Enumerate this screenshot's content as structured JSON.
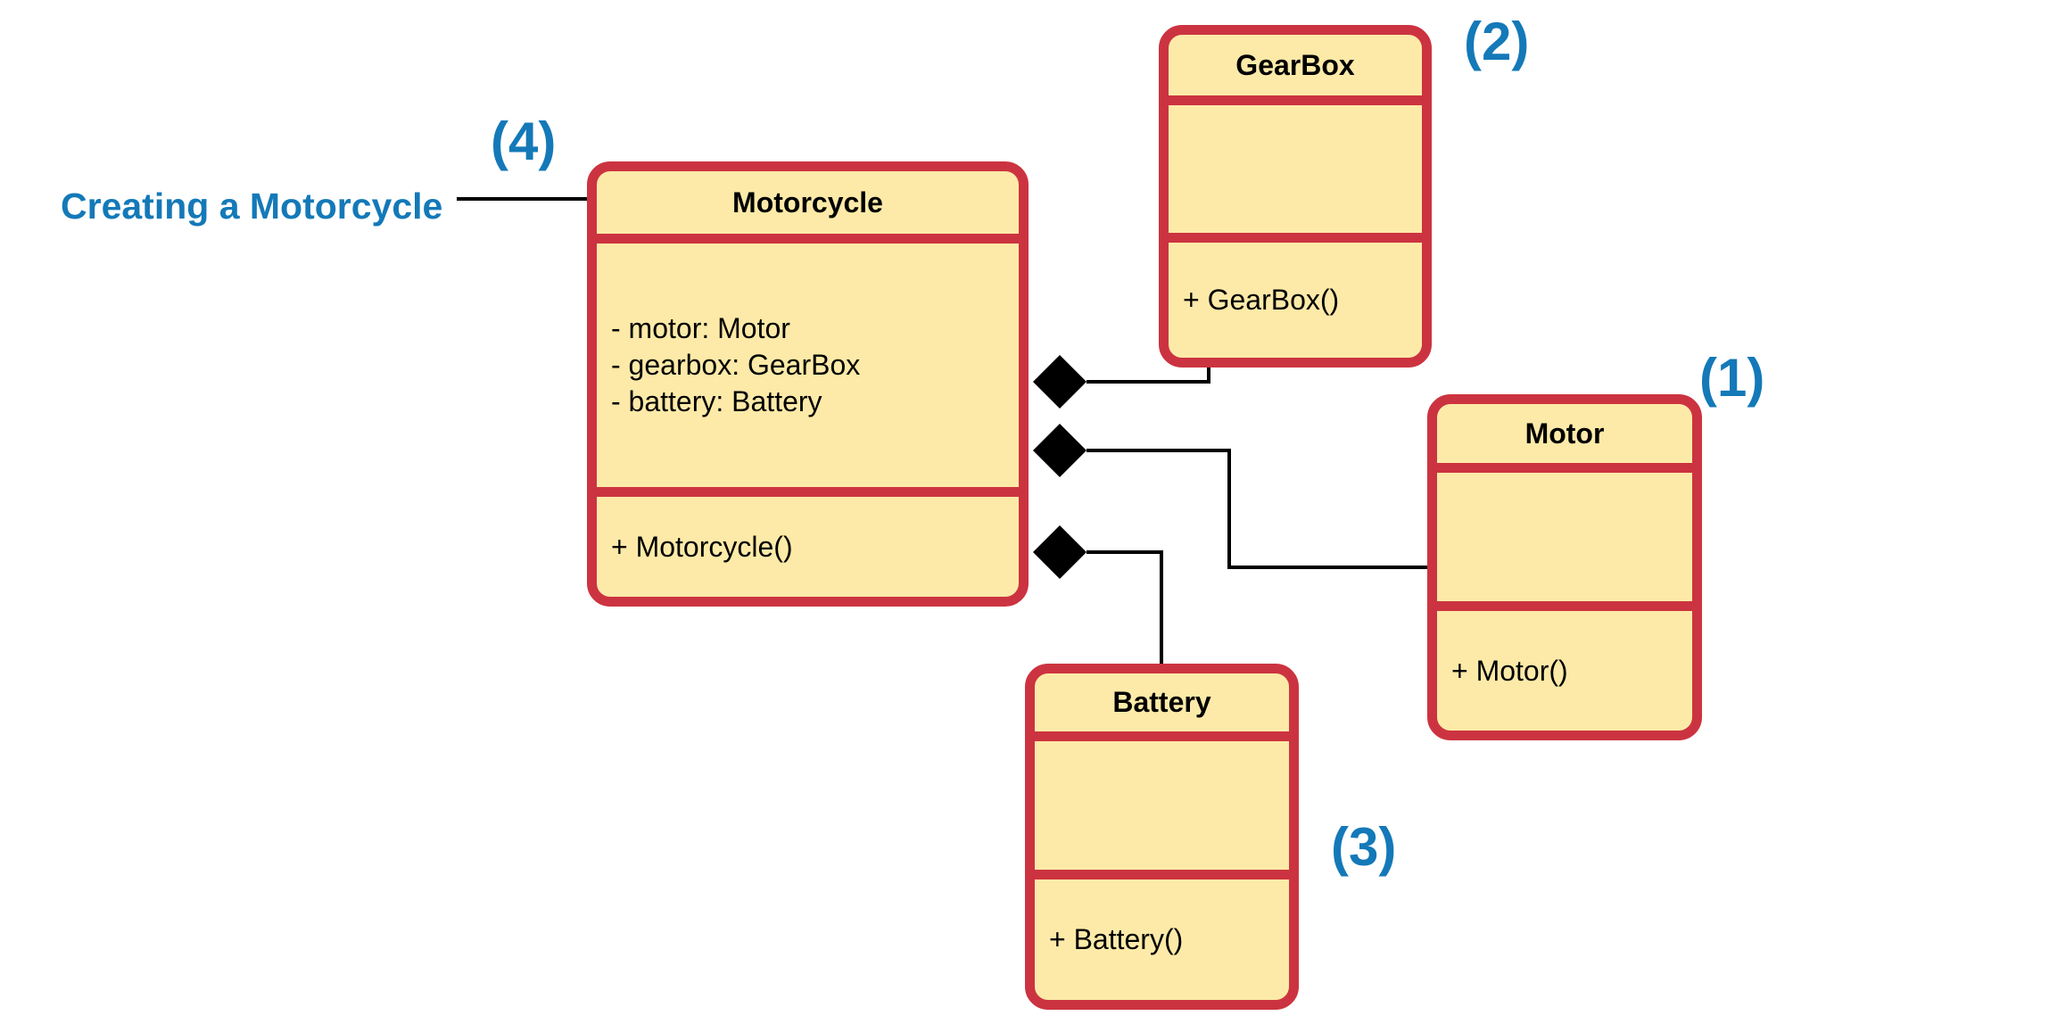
{
  "colors": {
    "class_border": "#cc3340",
    "class_fill": "#fdeaa8",
    "marker_text": "#1479b8",
    "connector": "#000000"
  },
  "annotation": {
    "text": "Creating a Motorcycle"
  },
  "classes": {
    "motorcycle": {
      "name": "Motorcycle",
      "attributes": [
        "- motor: Motor",
        "- gearbox: GearBox",
        "- battery: Battery"
      ],
      "operations": [
        "+ Motorcycle()"
      ]
    },
    "gearbox": {
      "name": "GearBox",
      "attributes": [],
      "operations": [
        "+ GearBox()"
      ]
    },
    "motor": {
      "name": "Motor",
      "attributes": [],
      "operations": [
        "+ Motor()"
      ]
    },
    "battery": {
      "name": "Battery",
      "attributes": [],
      "operations": [
        "+ Battery()"
      ]
    }
  },
  "markers": {
    "motor": "(1)",
    "gearbox": "(2)",
    "battery": "(3)",
    "motorcycle": "(4)"
  },
  "relationships": [
    {
      "type": "composition",
      "whole": "Motorcycle",
      "part": "GearBox"
    },
    {
      "type": "composition",
      "whole": "Motorcycle",
      "part": "Motor"
    },
    {
      "type": "composition",
      "whole": "Motorcycle",
      "part": "Battery"
    }
  ]
}
